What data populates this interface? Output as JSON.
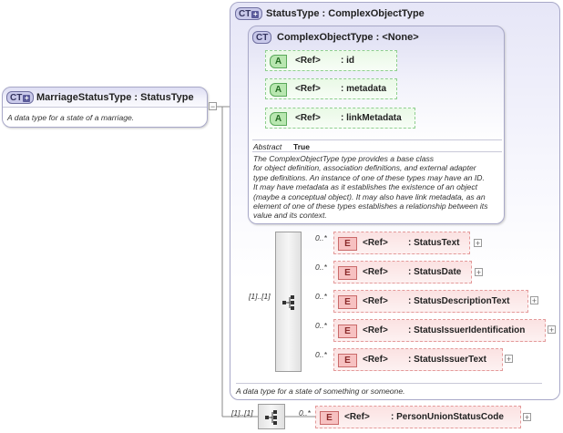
{
  "root": {
    "icon": "ct-icon",
    "name": "MarriageStatusType",
    "base": " : StatusType",
    "description": "A data type for a state of a marriage."
  },
  "status_type": {
    "icon": "ct-icon",
    "title": "StatusType : ComplexObjectType",
    "description": "A data type for a state of something or someone."
  },
  "complex_object_type": {
    "icon": "ct-icon",
    "title": "ComplexObjectType : <None>",
    "abstract_label": "Abstract",
    "abstract_value": "True",
    "description_lines": [
      "The ComplexObjectType type provides a base class",
      "for object definition, association definitions, and external adapter",
      "type definitions. An instance of one of these types may have an ID.",
      "It may have metadata as it establishes the existence of an object",
      "(maybe a conceptual object). It may also have link metadata, as an",
      "element of one of these types establishes a relationship between its",
      "value and its context."
    ],
    "attributes": [
      {
        "icon": "A",
        "ref": "<Ref>",
        "name": ": id"
      },
      {
        "icon": "A",
        "ref": "<Ref>",
        "name": ": metadata"
      },
      {
        "icon": "A",
        "ref": "<Ref>",
        "name": ": linkMetadata"
      }
    ]
  },
  "status_sequence": {
    "icon": "sequence-icon",
    "cardinality": "[1]..[1]",
    "elements": [
      {
        "icon": "E",
        "cardinality": "0..*",
        "ref": "<Ref>",
        "name": ": StatusText",
        "expander": "+"
      },
      {
        "icon": "E",
        "cardinality": "0..*",
        "ref": "<Ref>",
        "name": ": StatusDate",
        "expander": "+"
      },
      {
        "icon": "E",
        "cardinality": "0..*",
        "ref": "<Ref>",
        "name": ": StatusDescriptionText",
        "expander": "+"
      },
      {
        "icon": "E",
        "cardinality": "0..*",
        "ref": "<Ref>",
        "name": ": StatusIssuerIdentification",
        "expander": "+"
      },
      {
        "icon": "E",
        "cardinality": "0..*",
        "ref": "<Ref>",
        "name": ": StatusIssuerText",
        "expander": "+"
      }
    ]
  },
  "marriage_sequence": {
    "icon": "sequence-icon",
    "cardinality": "[1]..[1]",
    "element": {
      "icon": "E",
      "cardinality": "0..*",
      "ref": "<Ref>",
      "name": ": PersonUnionStatusCode",
      "expander": "+"
    }
  },
  "connector_collapse": "−",
  "colors": {
    "complex_type": "#c9c9ea",
    "attribute": "#b8e7b0",
    "element": "#f7c1c1",
    "sequence": "#e8e8e8"
  }
}
